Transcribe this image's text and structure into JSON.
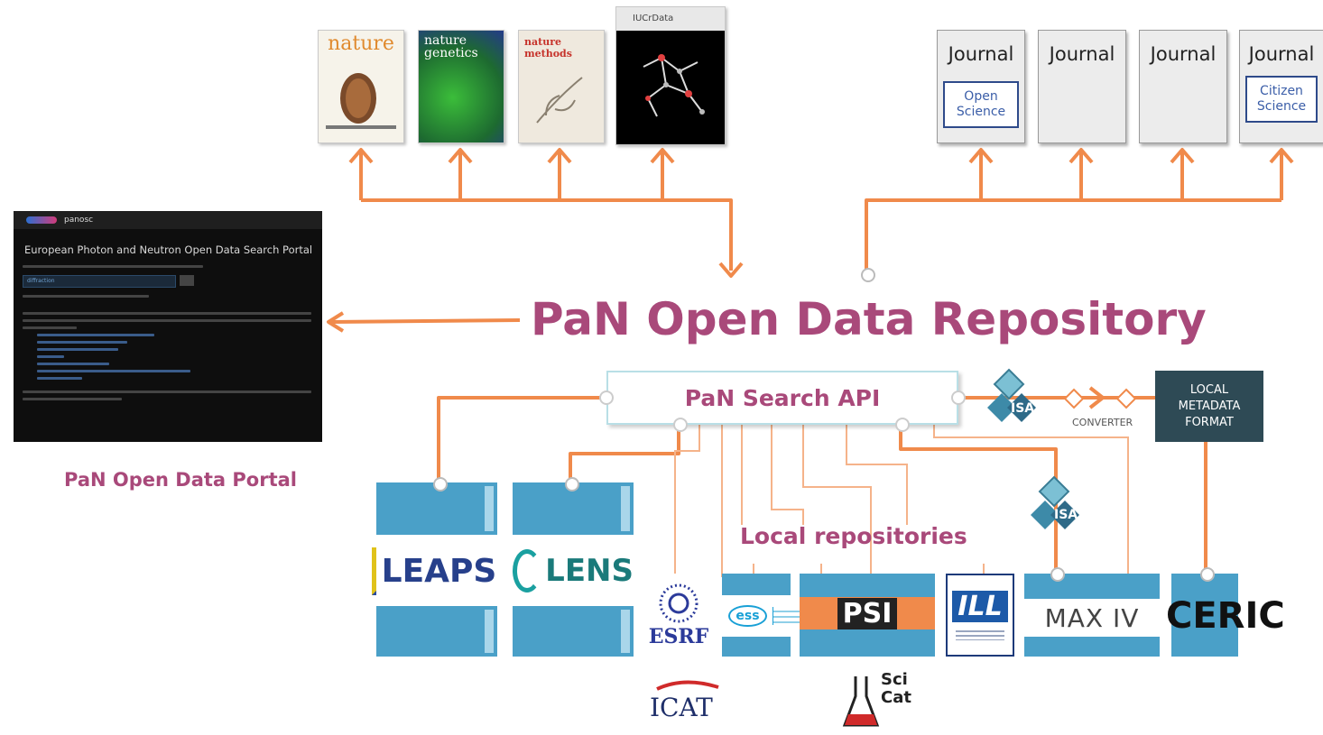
{
  "header": {
    "title": "PaN Open Data Repository"
  },
  "search_api": {
    "label": "PaN Search API"
  },
  "portal": {
    "caption": "PaN Open Data Portal",
    "brand": "panosc",
    "heading": "European Photon and Neutron Open Data Search Portal",
    "search_value": "diffraction"
  },
  "publications": [
    {
      "name": "nature"
    },
    {
      "name": "nature genetics"
    },
    {
      "name": "nature methods"
    },
    {
      "name": "IUCrData"
    }
  ],
  "journals": [
    {
      "title": "Journal",
      "tag": "Open Science"
    },
    {
      "title": "Journal",
      "tag": ""
    },
    {
      "title": "Journal",
      "tag": ""
    },
    {
      "title": "Journal",
      "tag": "Citizen Science"
    }
  ],
  "metadata": {
    "isa_label": "ISA",
    "converter_label": "CONVERTER",
    "local_format": "LOCAL METADATA FORMAT"
  },
  "local_repositories": {
    "label": "Local repositories"
  },
  "organizations": [
    {
      "name": "LEAPS"
    },
    {
      "name": "LENS"
    },
    {
      "name": "ESRF"
    },
    {
      "name": "ess"
    },
    {
      "name": "PSI"
    },
    {
      "name": "ILL"
    },
    {
      "name": "MAX IV"
    },
    {
      "name": "CERIC"
    }
  ],
  "software": [
    {
      "name": "ICAT"
    },
    {
      "name": "Sci Cat"
    }
  ],
  "colors": {
    "accent": "#a9497a",
    "wire": "#f08a4b",
    "rack": "#4aa0c8",
    "dark_box": "#2e4a55"
  }
}
